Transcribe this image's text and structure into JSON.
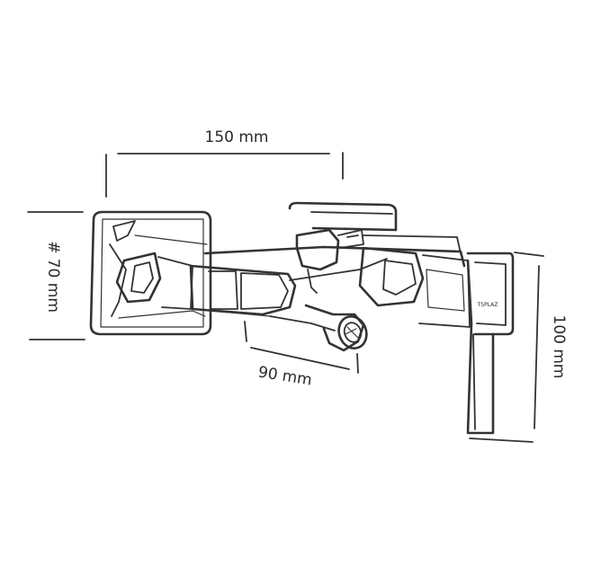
{
  "dimensions": {
    "width_label": "150 mm",
    "height_label": "# 70 mm",
    "depth_label": "90 mm",
    "lever_label": "100 mm"
  },
  "brand_mark": "TSPLAZ"
}
